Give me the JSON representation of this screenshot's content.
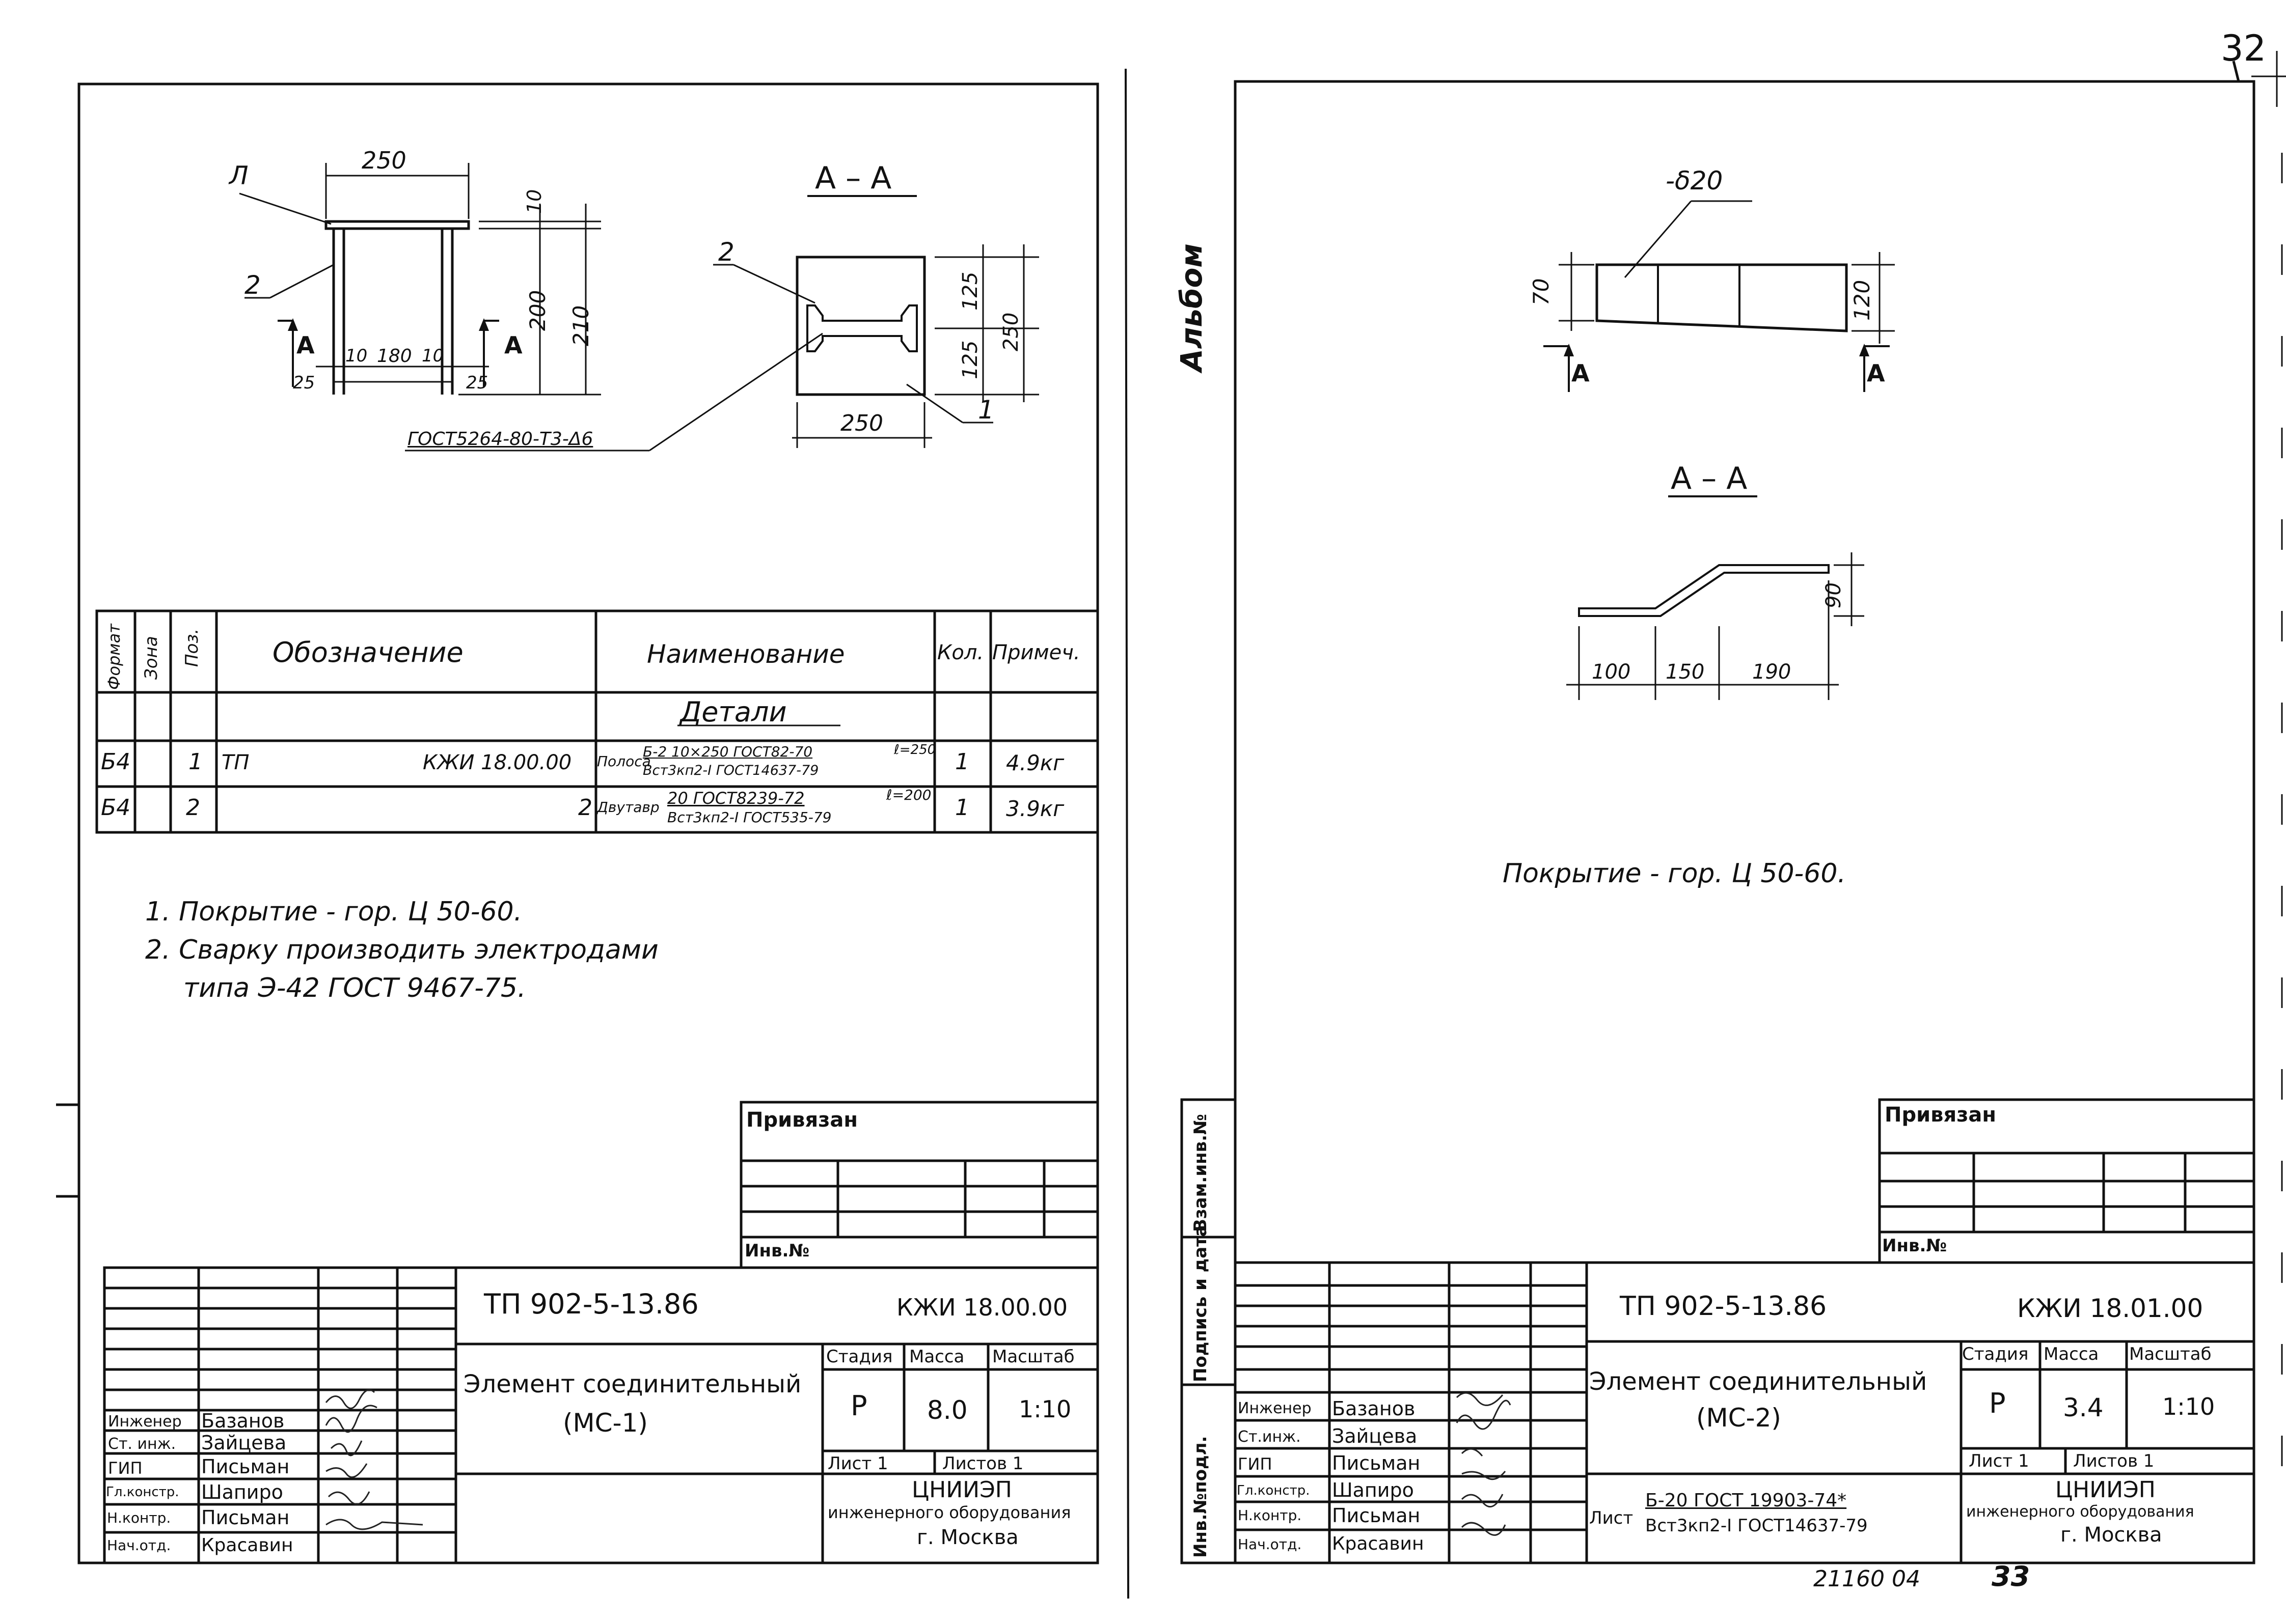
{
  "page": {
    "number": "32",
    "inventory_number": "21160 04",
    "bottom_page_number": "33",
    "album_label": "Альбом"
  },
  "left_sheet": {
    "drawing": {
      "callout_l": "Л",
      "callout_2": "2",
      "callout_2b": "2",
      "callout_1": "1",
      "dim_250_top": "250",
      "dim_10_top": "10",
      "dim_200": "200",
      "dim_210": "210",
      "dim_10_left": "10",
      "dim_180": "180",
      "dim_10_right": "10",
      "dim_25_left": "25",
      "dim_25_right": "25",
      "section_arrow_a_left": "А",
      "section_arrow_a_right": "А",
      "section_title": "А – А",
      "dim_125_top": "125",
      "dim_125_bottom": "125",
      "dim_250_right": "250",
      "dim_250_bottom": "250",
      "weld_note": "ГОСТ5264-80-Т3-Δ6"
    },
    "spec_table": {
      "headers": {
        "format": "Формат",
        "zone": "Зона",
        "pos": "Поз.",
        "designation": "Обозначение",
        "name": "Наименование",
        "qty": "Кол.",
        "note": "Примеч."
      },
      "section": "Детали",
      "rows": [
        {
          "format": "Б4",
          "pos": "1",
          "prefix": "ТП",
          "designation": "КЖИ 18.00.00",
          "name_prefix": "Полоса",
          "name_top": "Б-2 10×250 ГОСТ82-70",
          "name_bottom": "Вст3кп2-I ГОСТ14637-79",
          "length": "ℓ=250",
          "qty": "1",
          "note": "4.9кг"
        },
        {
          "format": "Б4",
          "pos": "2",
          "prefix": "",
          "designation": "2",
          "name_prefix": "Двутавр",
          "name_top": "20 ГОСТ8239-72",
          "name_bottom": "Вст3кп2-I ГОСТ535-79",
          "length": "ℓ=200",
          "qty": "1",
          "note": "3.9кг"
        }
      ]
    },
    "notes": [
      "1. Покрытие - гор. Ц 50-60.",
      "2. Сварку производить электродами",
      "типа Э-42 ГОСТ 9467-75."
    ],
    "stamp": {
      "linked": "Привязан",
      "inv_no": "Инв.№",
      "project": "ТП 902-5-13.86",
      "code": "КЖИ 18.00.00",
      "title_line1": "Элемент соединительный",
      "title_line2": "(МС-1)",
      "stage_label": "Стадия",
      "mass_label": "Масса",
      "scale_label": "Масштаб",
      "stage": "Р",
      "mass": "8.0",
      "scale": "1:10",
      "sheet": "Лист 1",
      "sheets": "Листов 1",
      "org1": "ЦНИИЭП",
      "org2": "инженерного оборудования",
      "org3": "г. Москва",
      "staff": [
        {
          "role": "Инженер",
          "name": "Базанов"
        },
        {
          "role": "Ст. инж.",
          "name": "Зайцева"
        },
        {
          "role": "ГИП",
          "name": "Письман"
        },
        {
          "role": "Гл.констр.",
          "name": "Шапиро"
        },
        {
          "role": "Н.контр.",
          "name": "Письман"
        },
        {
          "role": "Нач.отд.",
          "name": "Красавин"
        }
      ]
    }
  },
  "right_sheet": {
    "drawing": {
      "thickness": "-δ20",
      "dim_70": "70",
      "dim_120": "120",
      "section_arrow_a_left": "А",
      "section_arrow_a_right": "А",
      "section_title": "А – А",
      "dim_90": "90",
      "dim_100": "100",
      "dim_150": "150",
      "dim_190": "190",
      "note": "Покрытие - гор. Ц 50-60."
    },
    "side_labels": [
      "Взам.инв.№",
      "Подпись и дата",
      "Инв.№подл."
    ],
    "stamp": {
      "linked": "Привязан",
      "inv_no": "Инв.№",
      "project": "ТП 902-5-13.86",
      "code": "КЖИ 18.01.00",
      "title_line1": "Элемент соединительный",
      "title_line2": "(МС-2)",
      "stage_label": "Стадия",
      "mass_label": "Масса",
      "scale_label": "Масштаб",
      "stage": "Р",
      "mass": "3.4",
      "scale": "1:10",
      "sheet": "Лист 1",
      "sheets": "Листов 1",
      "org1": "ЦНИИЭП",
      "org2": "инженерного оборудования",
      "org3": "г. Москва",
      "material_prefix": "Лист",
      "material_top": "Б-20 ГОСТ 19903-74*",
      "material_bottom": "Вст3кп2-I ГОСТ14637-79",
      "staff": [
        {
          "role": "Инженер",
          "name": "Базанов"
        },
        {
          "role": "Ст.инж.",
          "name": "Зайцева"
        },
        {
          "role": "ГИП",
          "name": "Письман"
        },
        {
          "role": "Гл.констр.",
          "name": "Шапиро"
        },
        {
          "role": "Н.контр.",
          "name": "Письман"
        },
        {
          "role": "Нач.отд.",
          "name": "Красавин"
        }
      ]
    }
  }
}
